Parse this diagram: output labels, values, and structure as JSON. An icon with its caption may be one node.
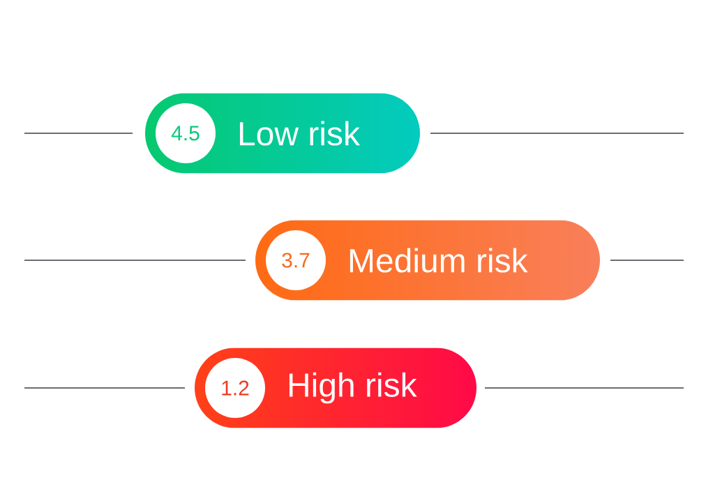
{
  "diagram": {
    "nodes": [
      {
        "text": [
          "Low risk"
        ]
      },
      {
        "text": [
          "4.5"
        ],
        "in": 0
      },
      {
        "text": [
          "Medium risk"
        ]
      },
      {
        "text": [
          "3.7"
        ],
        "in": 2
      },
      {
        "text": [
          "High risk"
        ]
      },
      {
        "text": [
          "1.2"
        ],
        "in": 4
      }
    ]
  }
}
